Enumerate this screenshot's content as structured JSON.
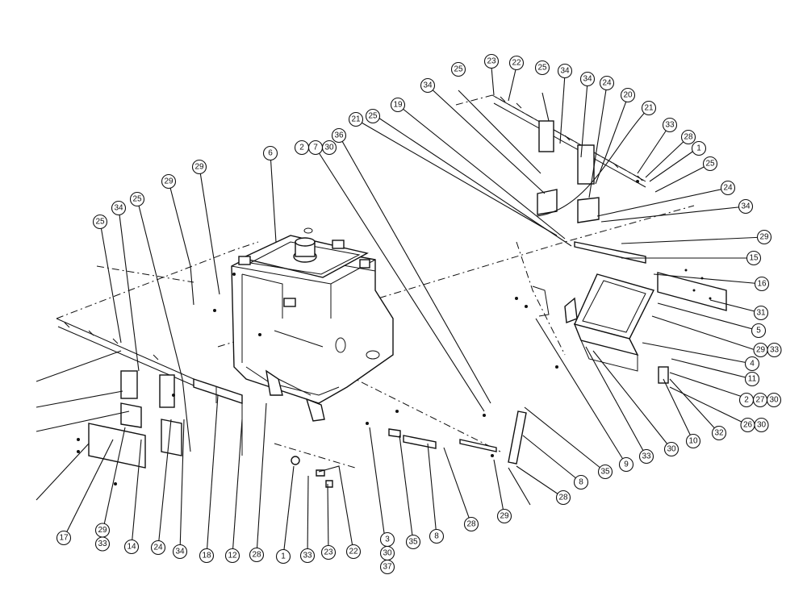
{
  "callouts": [
    {
      "id": "c-23-top",
      "labels": [
        "23"
      ]
    },
    {
      "id": "c-22-top",
      "labels": [
        "22"
      ]
    },
    {
      "id": "c-25-a",
      "labels": [
        "25"
      ]
    },
    {
      "id": "c-25-b",
      "labels": [
        "25"
      ]
    },
    {
      "id": "c-34-a",
      "labels": [
        "34"
      ]
    },
    {
      "id": "c-34-b",
      "labels": [
        "34"
      ]
    },
    {
      "id": "c-34-c",
      "labels": [
        "34"
      ]
    },
    {
      "id": "c-24-a",
      "labels": [
        "24"
      ]
    },
    {
      "id": "c-20",
      "labels": [
        "20"
      ]
    },
    {
      "id": "c-19",
      "labels": [
        "19"
      ]
    },
    {
      "id": "c-25-c",
      "labels": [
        "25"
      ]
    },
    {
      "id": "c-21-a",
      "labels": [
        "21"
      ]
    },
    {
      "id": "c-21-b",
      "labels": [
        "21"
      ]
    },
    {
      "id": "c-33-a",
      "labels": [
        "33"
      ]
    },
    {
      "id": "c-28-a",
      "labels": [
        "28"
      ]
    },
    {
      "id": "c-1-a",
      "labels": [
        "1"
      ]
    },
    {
      "id": "c-25-d",
      "labels": [
        "25"
      ]
    },
    {
      "id": "c-24-b",
      "labels": [
        "24"
      ]
    },
    {
      "id": "c-34-d",
      "labels": [
        "34"
      ]
    },
    {
      "id": "c-29-a",
      "labels": [
        "29"
      ]
    },
    {
      "id": "c-15",
      "labels": [
        "15"
      ]
    },
    {
      "id": "c-16",
      "labels": [
        "16"
      ]
    },
    {
      "id": "c-31",
      "labels": [
        "31"
      ]
    },
    {
      "id": "c-5",
      "labels": [
        "5"
      ]
    },
    {
      "id": "c-29-33-right",
      "labels": [
        "29",
        "33"
      ]
    },
    {
      "id": "c-4",
      "labels": [
        "4"
      ]
    },
    {
      "id": "c-11",
      "labels": [
        "11"
      ]
    },
    {
      "id": "c-2-27-30",
      "labels": [
        "2",
        "27",
        "30"
      ]
    },
    {
      "id": "c-26-30",
      "labels": [
        "26",
        "30"
      ]
    },
    {
      "id": "c-32",
      "labels": [
        "32"
      ]
    },
    {
      "id": "c-10",
      "labels": [
        "10"
      ]
    },
    {
      "id": "c-30-a",
      "labels": [
        "30"
      ]
    },
    {
      "id": "c-33-b",
      "labels": [
        "33"
      ]
    },
    {
      "id": "c-9",
      "labels": [
        "9"
      ]
    },
    {
      "id": "c-35-a",
      "labels": [
        "35"
      ]
    },
    {
      "id": "c-8-a",
      "labels": [
        "8"
      ]
    },
    {
      "id": "c-28-b",
      "labels": [
        "28"
      ]
    },
    {
      "id": "c-29-b",
      "labels": [
        "29"
      ]
    },
    {
      "id": "c-28-c",
      "labels": [
        "28"
      ]
    },
    {
      "id": "c-8-b",
      "labels": [
        "8"
      ]
    },
    {
      "id": "c-35-b",
      "labels": [
        "35"
      ]
    },
    {
      "id": "c-3-30-37",
      "labels": [
        "3",
        "30",
        "37"
      ]
    },
    {
      "id": "c-22-bottom",
      "labels": [
        "22"
      ]
    },
    {
      "id": "c-23-bottom",
      "labels": [
        "23"
      ]
    },
    {
      "id": "c-33-c",
      "labels": [
        "33"
      ]
    },
    {
      "id": "c-1-b",
      "labels": [
        "1"
      ]
    },
    {
      "id": "c-28-d",
      "labels": [
        "28"
      ]
    },
    {
      "id": "c-12",
      "labels": [
        "12"
      ]
    },
    {
      "id": "c-18",
      "labels": [
        "18"
      ]
    },
    {
      "id": "c-34-e",
      "labels": [
        "34"
      ]
    },
    {
      "id": "c-24-c",
      "labels": [
        "24"
      ]
    },
    {
      "id": "c-14",
      "labels": [
        "14"
      ]
    },
    {
      "id": "c-29-33-left",
      "labels": [
        "29",
        "33"
      ]
    },
    {
      "id": "c-17",
      "labels": [
        "17"
      ]
    },
    {
      "id": "c-25-e",
      "labels": [
        "25"
      ]
    },
    {
      "id": "c-34-f",
      "labels": [
        "34"
      ]
    },
    {
      "id": "c-25-f",
      "labels": [
        "25"
      ]
    },
    {
      "id": "c-29-c",
      "labels": [
        "29"
      ]
    },
    {
      "id": "c-29-d",
      "labels": [
        "29"
      ]
    },
    {
      "id": "c-6",
      "labels": [
        "6"
      ]
    },
    {
      "id": "c-2-7-30",
      "labels": [
        "2",
        "7",
        "30"
      ]
    },
    {
      "id": "c-36",
      "labels": [
        "36"
      ]
    }
  ]
}
